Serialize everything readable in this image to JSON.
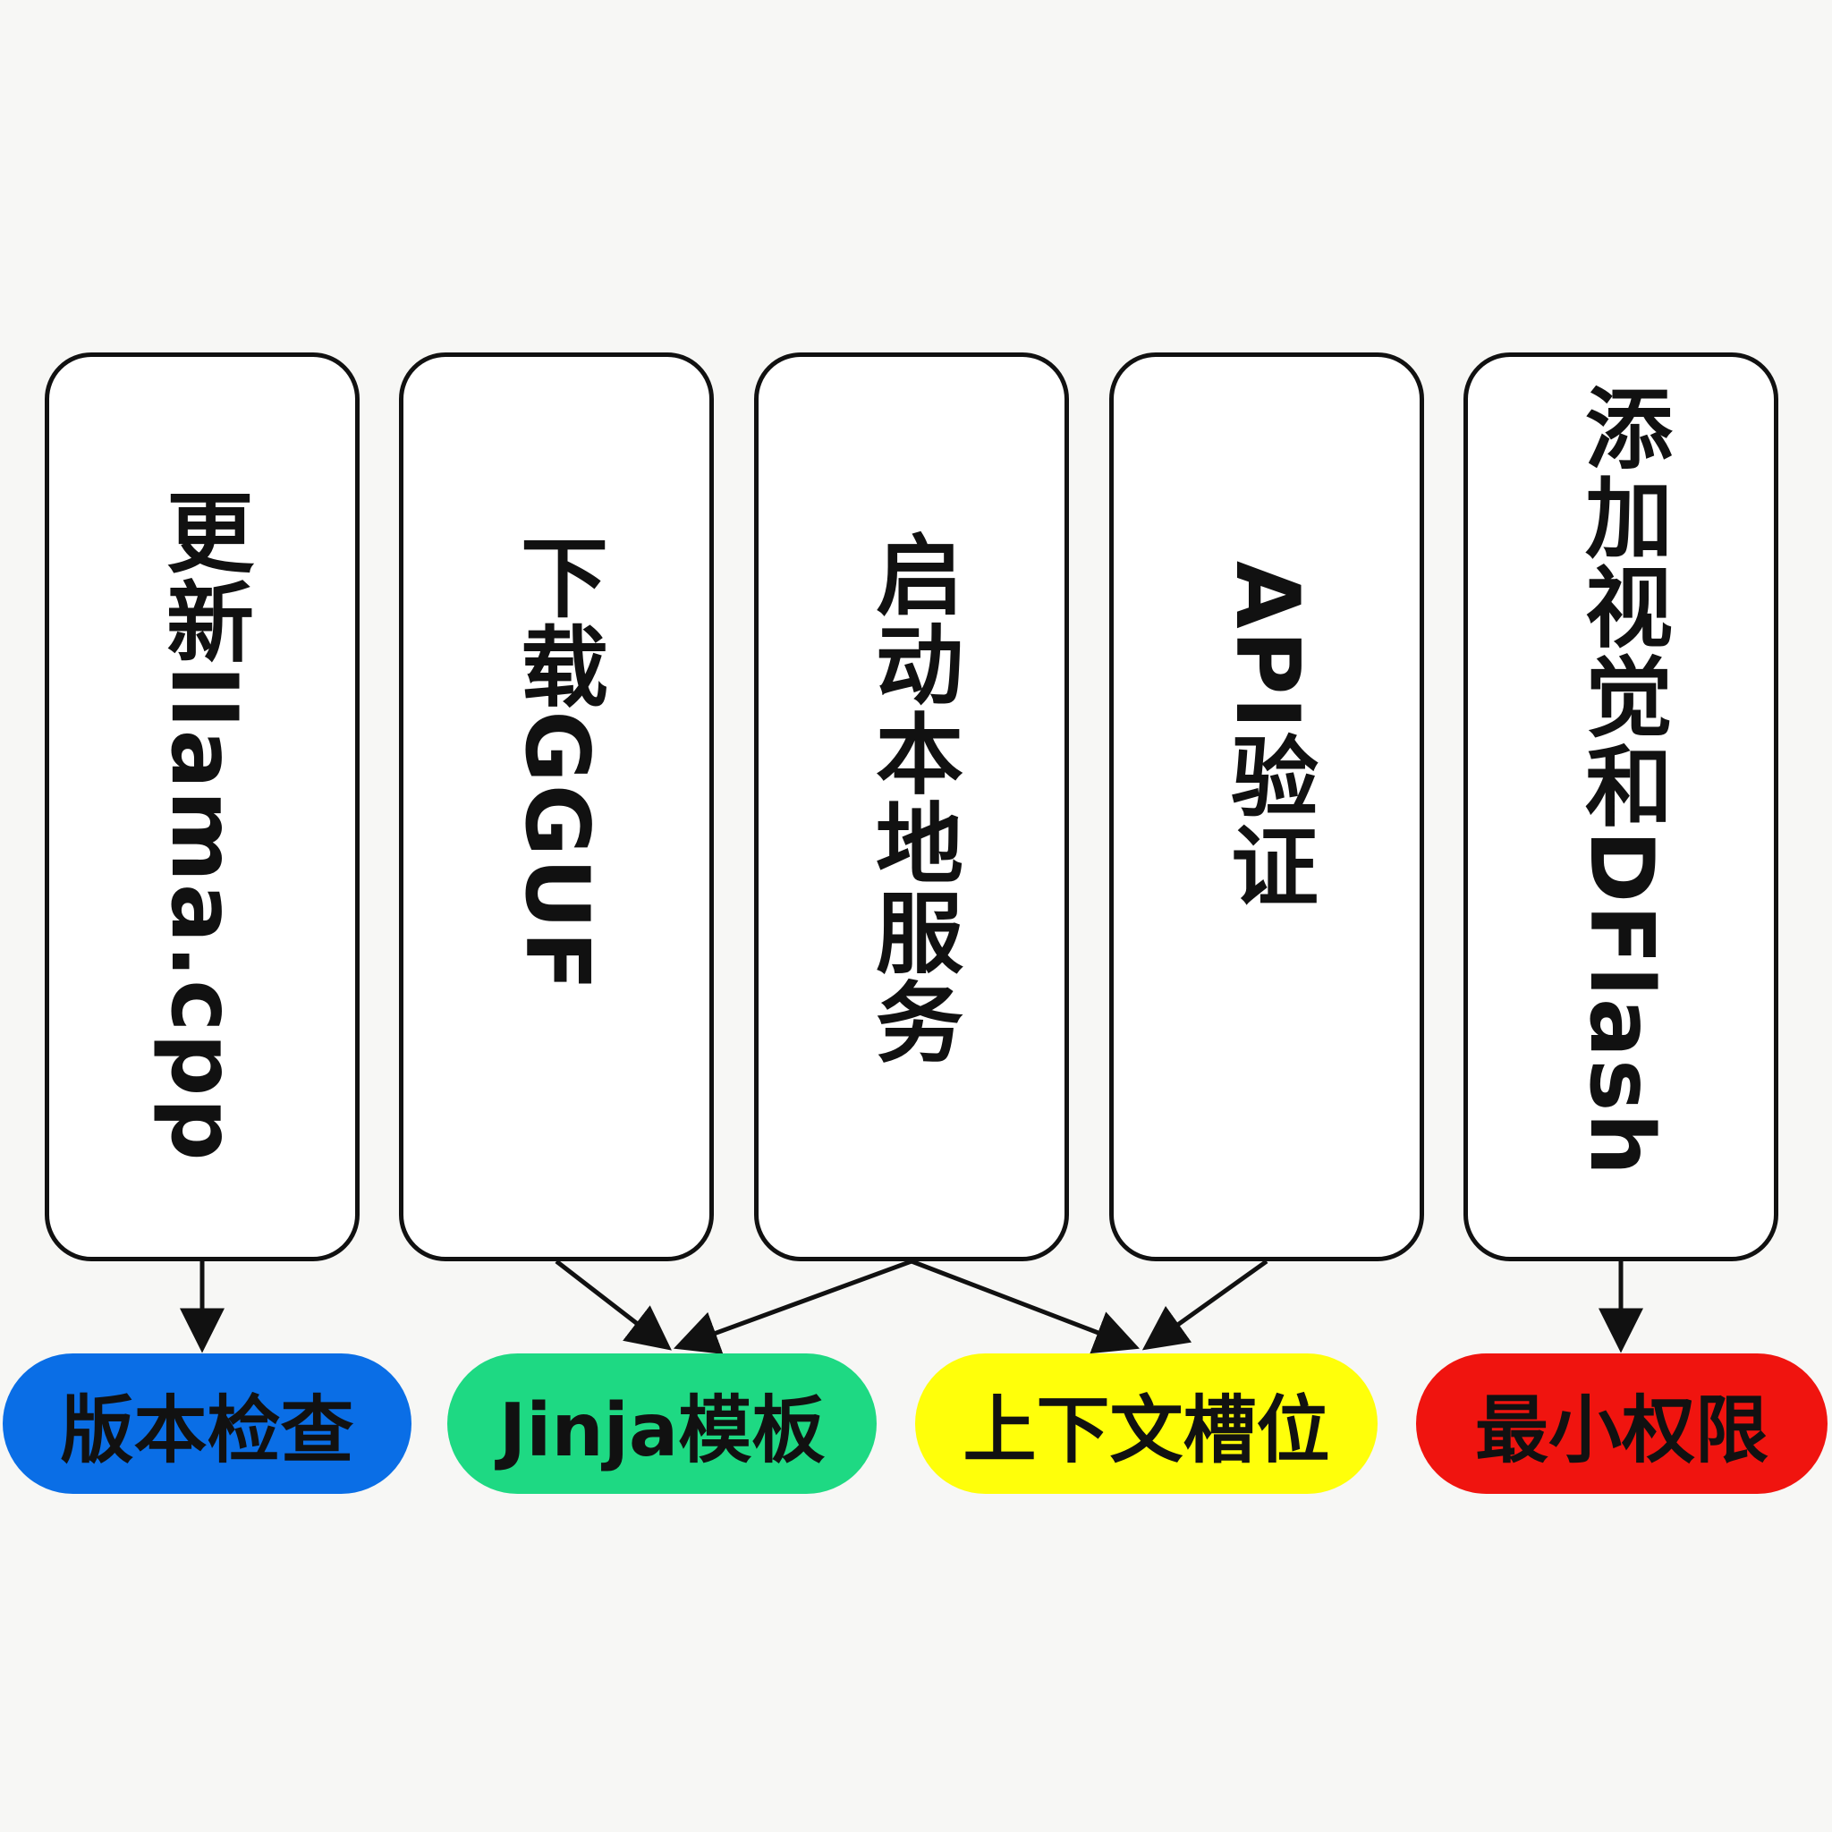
{
  "steps": [
    {
      "id": "s1",
      "label": "更新llama.cpp"
    },
    {
      "id": "s2",
      "label": "下载GGUF"
    },
    {
      "id": "s3",
      "label": "启动本地服务"
    },
    {
      "id": "s4",
      "label": "API验证"
    },
    {
      "id": "s5",
      "label": "添加视觉和DFlash"
    }
  ],
  "outcomes": [
    {
      "id": "o1",
      "label": "版本检查",
      "color": "#0a6ee6"
    },
    {
      "id": "o2",
      "label": "Jinja模板",
      "color": "#1ed983"
    },
    {
      "id": "o3",
      "label": "上下文槽位",
      "color": "#ffff0a"
    },
    {
      "id": "o4",
      "label": "最小权限",
      "color": "#f0140f"
    }
  ],
  "edges": [
    {
      "from": "s1",
      "to": "o1"
    },
    {
      "from": "s2",
      "to": "o2"
    },
    {
      "from": "s3",
      "to": "o2"
    },
    {
      "from": "s3",
      "to": "o3"
    },
    {
      "from": "s4",
      "to": "o3"
    },
    {
      "from": "s5",
      "to": "o4"
    }
  ],
  "colors": {
    "background": "#f7f7f5",
    "box_border": "#111111",
    "text": "#111111"
  }
}
